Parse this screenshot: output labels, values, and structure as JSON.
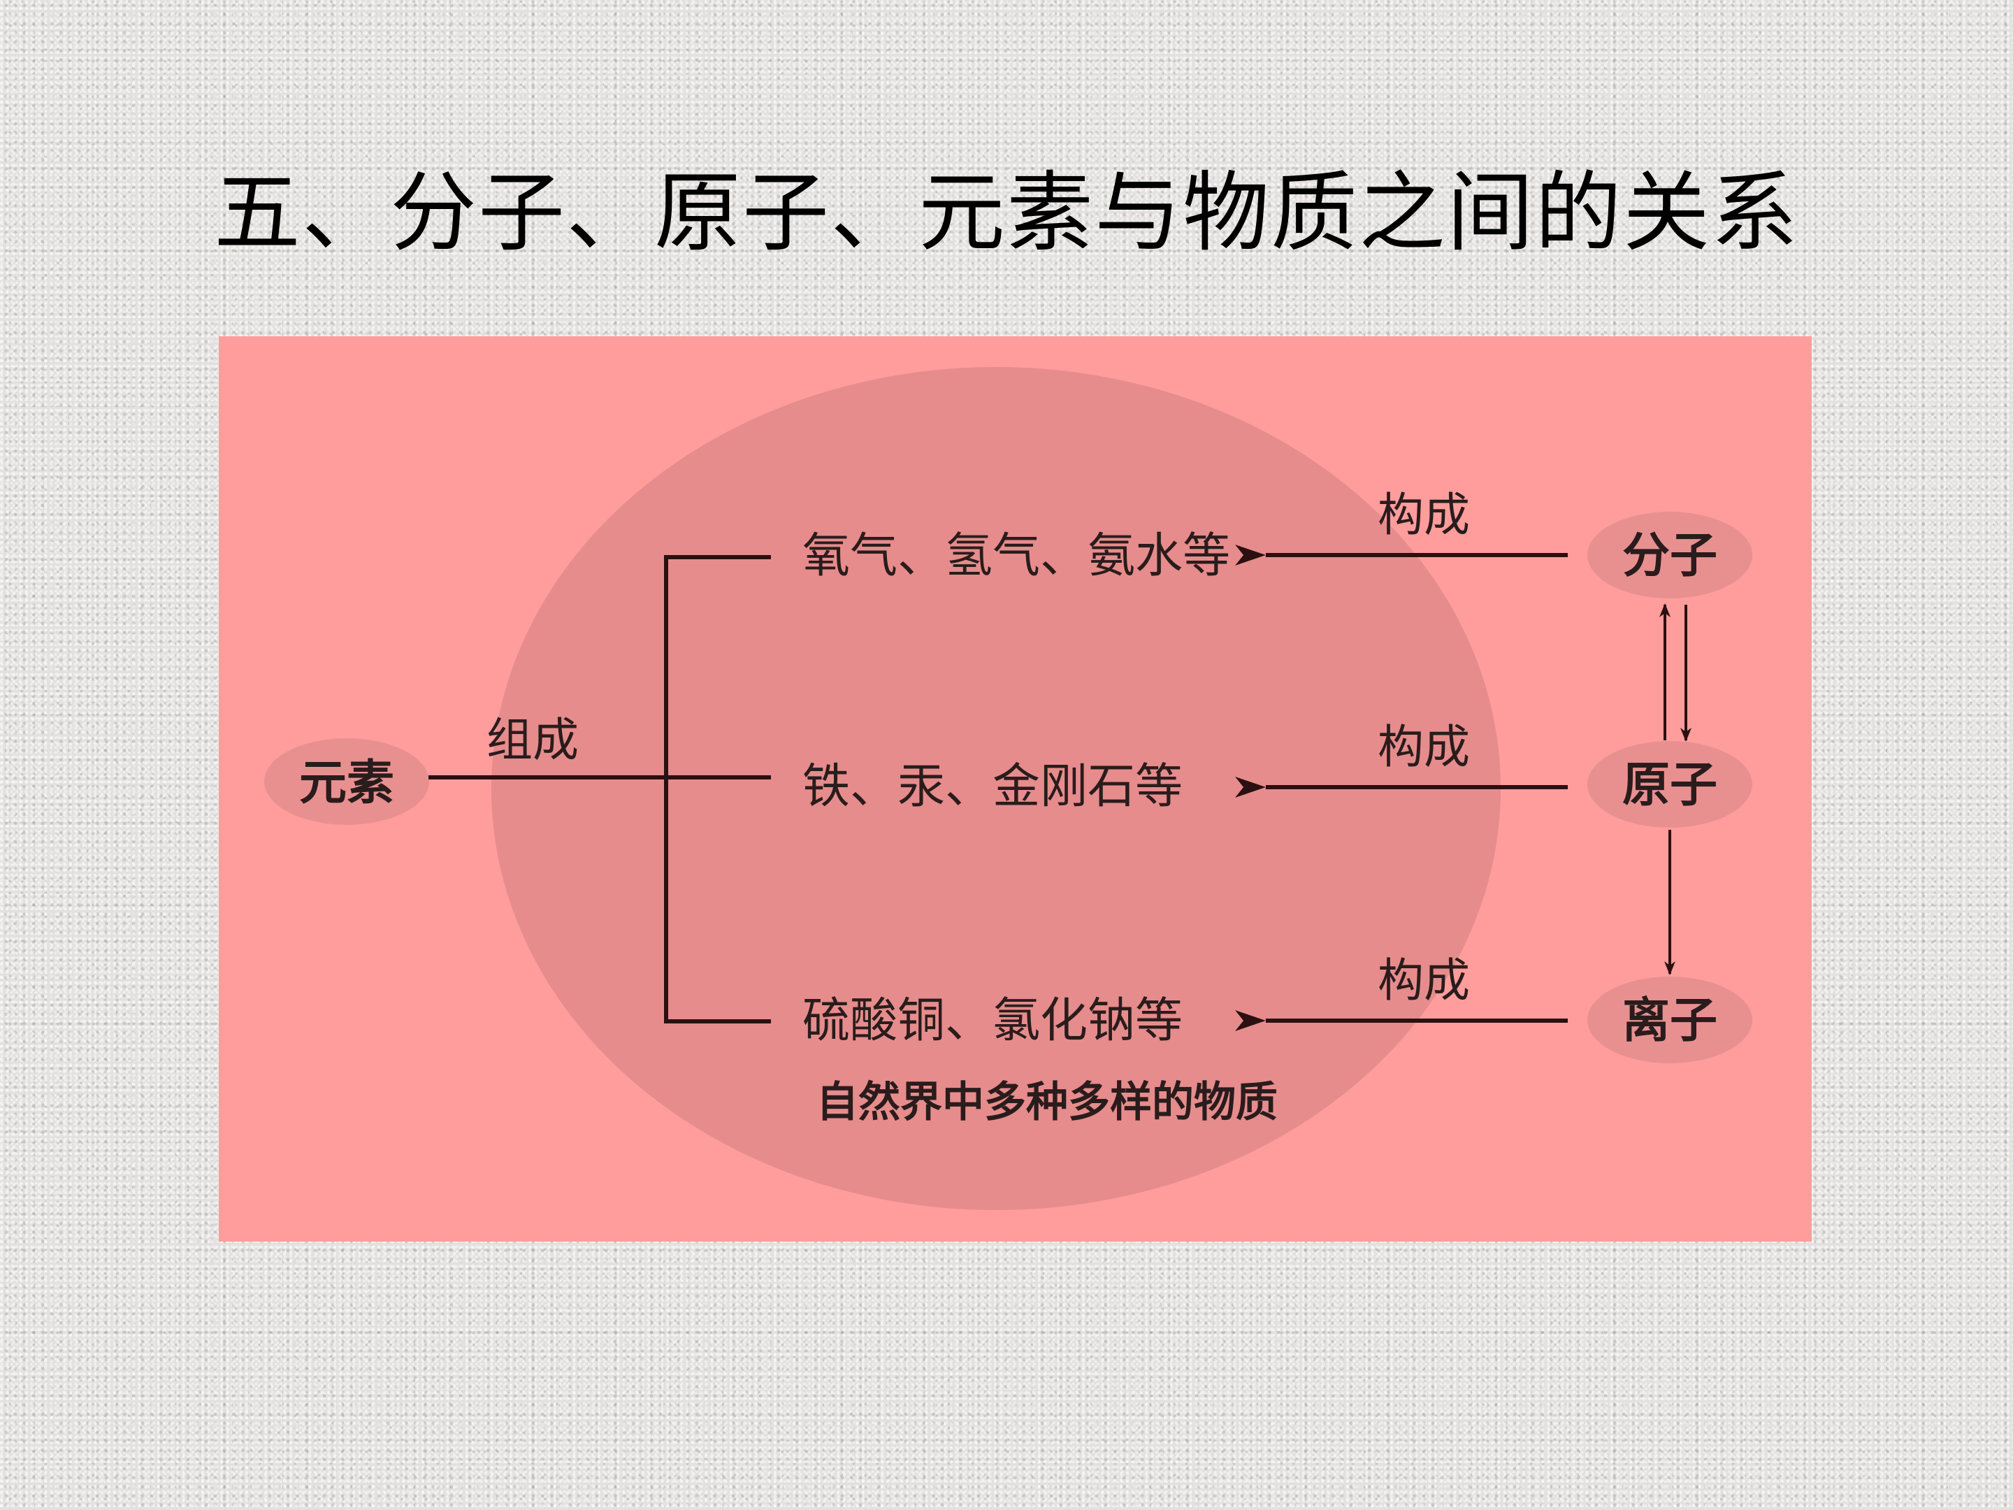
{
  "title": "五、分子、原子、元素与物质之间的关系",
  "diagram": {
    "nodes": {
      "element": "元素",
      "molecule": "分子",
      "atom": "原子",
      "ion": "离子"
    },
    "substances": {
      "molecular": "氧气、氢气、氨水等",
      "atomic": "铁、汞、金刚石等",
      "ionic": "硫酸铜、氯化钠等"
    },
    "edge_labels": {
      "compose": "组成",
      "constitute_1": "构成",
      "constitute_2": "构成",
      "constitute_3": "构成"
    },
    "ellipse_caption": "自然界中多种多样的物质",
    "colors": {
      "panel": "#fe9d9c",
      "ellipse": "#e68c8c",
      "node_bubble": "#e89090",
      "line": "#2a1010"
    }
  }
}
